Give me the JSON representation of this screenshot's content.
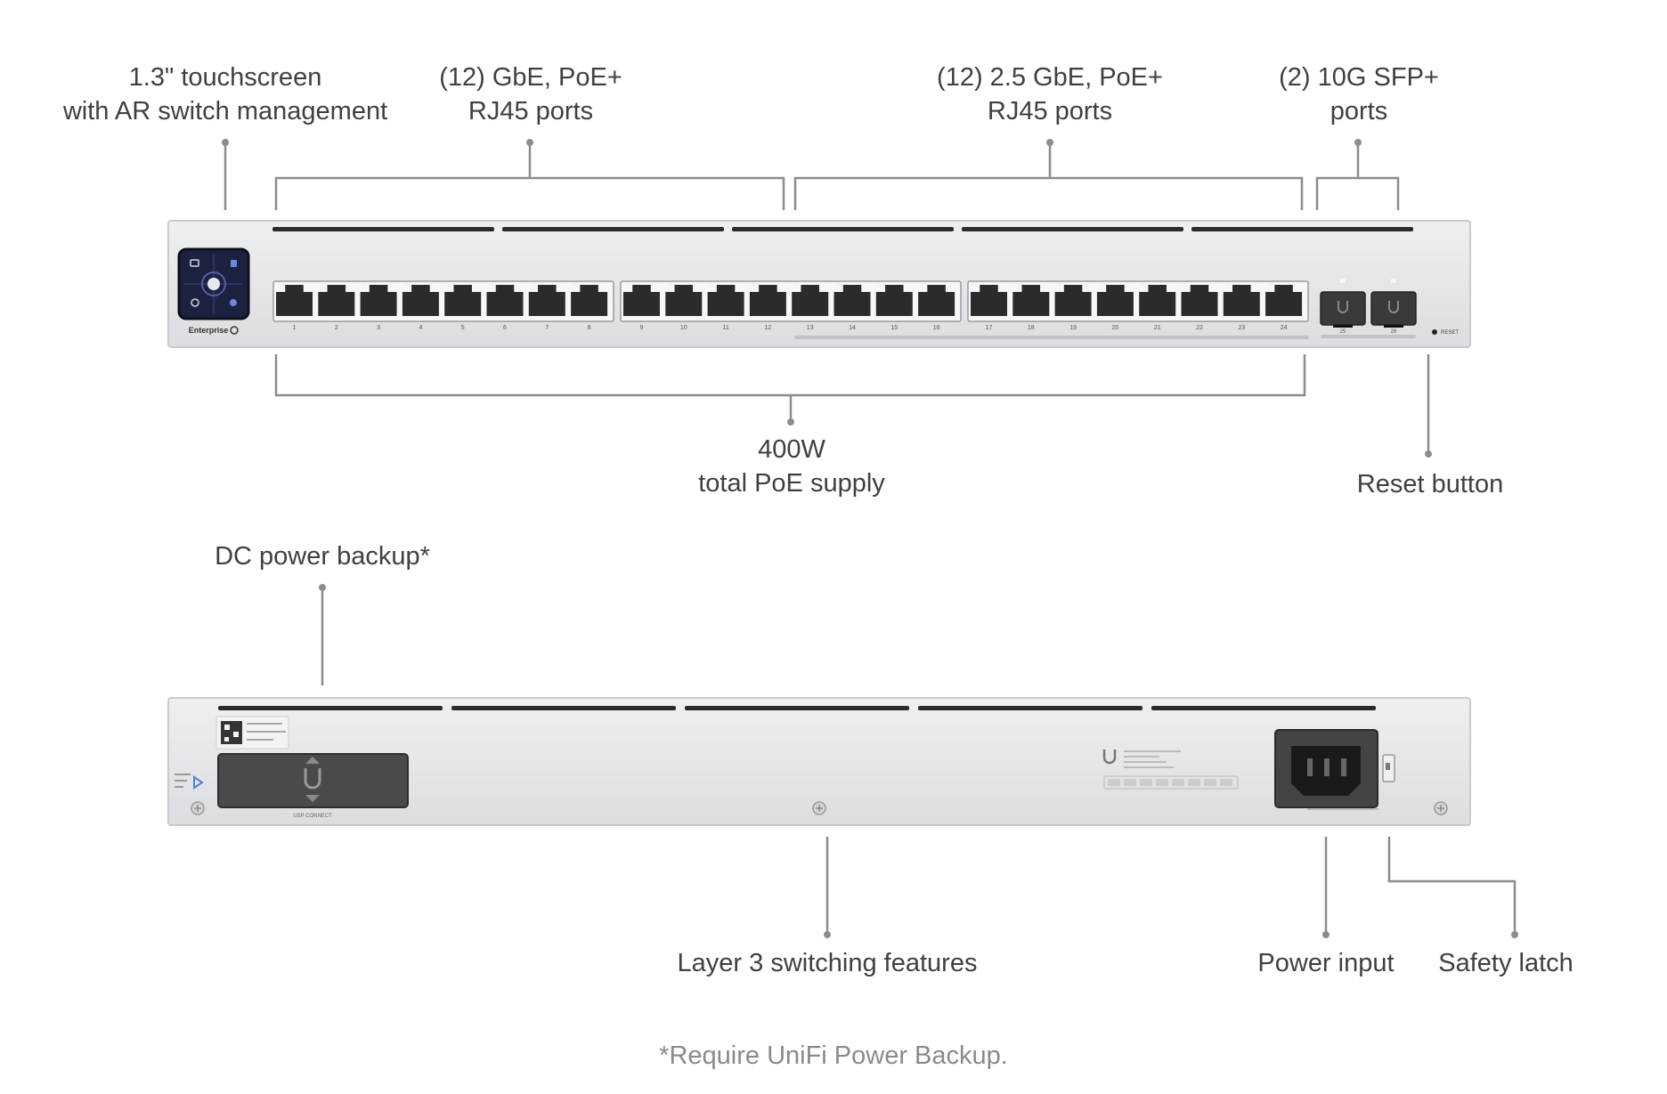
{
  "front_labels": {
    "touchscreen": [
      "1.3\" touchscreen",
      "with AR switch management"
    ],
    "gbe_ports": [
      "(12) GbE, PoE+",
      "RJ45 ports"
    ],
    "gbe25_ports": [
      "(12) 2.5 GbE, PoE+",
      "RJ45 ports"
    ],
    "sfp_ports": [
      "(2) 10G SFP+",
      "ports"
    ],
    "poe_supply": [
      "400W",
      "total PoE supply"
    ],
    "reset": "Reset button"
  },
  "device_front": {
    "brand_text": "Enterprise",
    "reset_text": "RESET",
    "port_numbers": [
      "1",
      "2",
      "3",
      "4",
      "5",
      "6",
      "7",
      "8",
      "9",
      "10",
      "11",
      "12",
      "13",
      "14",
      "15",
      "16",
      "17",
      "18",
      "19",
      "20",
      "21",
      "22",
      "23",
      "24"
    ],
    "sfp_numbers": [
      "25",
      "26"
    ]
  },
  "back_labels": {
    "dc_backup": "DC power backup*",
    "layer3": "Layer 3 switching features",
    "power_input": "Power input",
    "safety_latch": "Safety latch"
  },
  "device_back": {
    "usp_connect": "USP CONNECT"
  },
  "footnote": "*Require UniFi Power Backup.",
  "colors": {
    "chassis": "#e4e5e7",
    "chassis_edge": "#c9cacd",
    "port": "#2b2b2b",
    "callout_line": "#8c8c8c",
    "screen": "#1c2140"
  }
}
